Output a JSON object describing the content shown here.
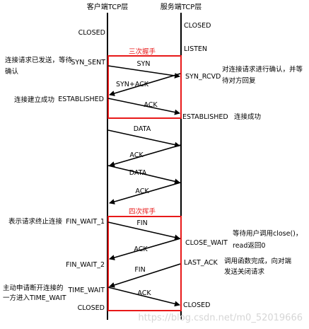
{
  "headers": {
    "client": "客户端TCP层",
    "server": "服务端TCP层"
  },
  "boxes": {
    "handshake": "三次握手",
    "wave": "四次挥手"
  },
  "client_states": {
    "closed_top": "CLOSED",
    "syn_sent": "SYN_SENT",
    "established": "ESTABLISHED",
    "fin_wait_1": "FIN_WAIT_1",
    "fin_wait_2": "FIN_WAIT_2",
    "time_wait": "TIME_WAIT",
    "closed_bottom": "CLOSED"
  },
  "server_states": {
    "closed_top": "CLOSED",
    "listen": "LISTEN",
    "syn_rcvd": "SYN_RCVD",
    "established": "ESTABLISHED",
    "close_wait": "CLOSE_WAIT",
    "last_ack": "LAST_ACK",
    "closed_bottom": "CLOSED"
  },
  "messages": {
    "syn": "SYN",
    "syn_ack": "SYN+ACK",
    "ack1": "ACK",
    "data1": "DATA",
    "ack2": "ACK",
    "data2": "DATA",
    "ack3": "ACK",
    "fin1": "FIN",
    "ack4": "ACK",
    "fin2": "FIN",
    "ack5": "ACK"
  },
  "notes": {
    "left_syn_line1": "连接请求已发送，等待",
    "left_syn_line2": "确认",
    "left_established": "连接建立成功",
    "left_fin": "表示请求终止连接",
    "left_time_wait_line1": "主动申请断开连接的",
    "left_time_wait_line2": "一方进入TIME_WAIT",
    "right_syn_line1": "对连接请求进行确认，并等",
    "right_syn_line2": "待对方回复",
    "right_established": "连接成功",
    "right_close_wait_line1": "等待用户调用close()，",
    "right_close_wait_line2": "read返回0",
    "right_last_ack_line1": "调用函数完成，向对端",
    "right_last_ack_line2": "发送关闭请求"
  },
  "watermark": "https://blog.csdn.net/m0_52019666",
  "colors": {
    "box": "#e81919",
    "line": "#000000"
  }
}
